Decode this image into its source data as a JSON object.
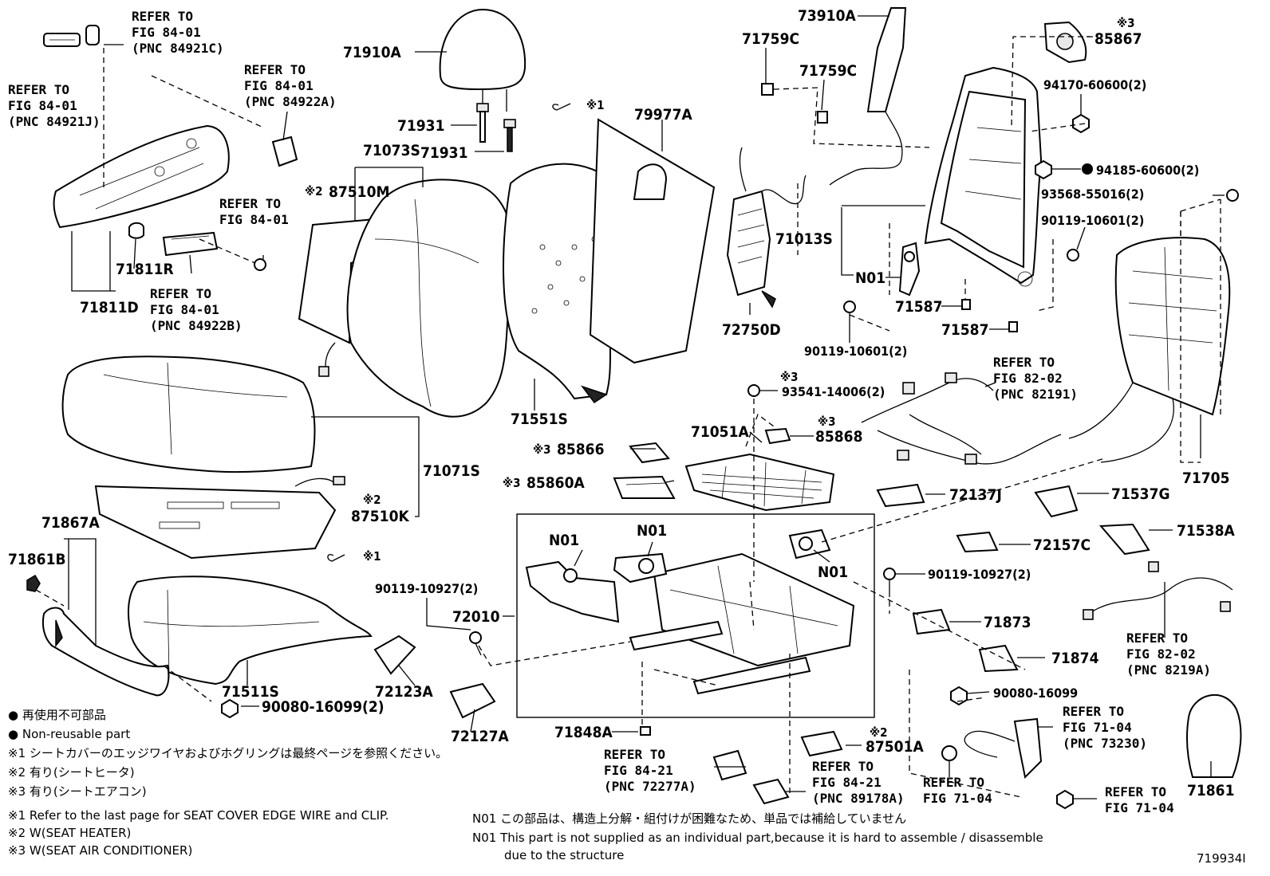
{
  "labels": {
    "headrest": "71910A",
    "guide1": "71931",
    "guide2": "71931",
    "back_assy": "71073S",
    "heater_back_mark": "※2",
    "heater_back": "87510M",
    "back_cover": "71551S",
    "back_pad": "79977A",
    "cushion_assy": "71071S",
    "heater_cushion_mark": "※2",
    "heater_cushion": "87510K",
    "cushion_pad": "71511S",
    "shield_cover": "71811D",
    "shield_knob": "71811R",
    "lower_trim": "71867A",
    "clip_a": "71861B",
    "nut_bottom": "90080-16099(2)",
    "bolt_90119a": "90119-10927(2)",
    "cover_72123": "72123A",
    "cover_72127": "72127A",
    "adjuster": "72010",
    "n01_left": "N01",
    "n01_mid": "N01",
    "n01_right": "N01",
    "clip_71848": "71848A",
    "lumbar_a": "73910A",
    "clip_71759_1": "71759C",
    "clip_71759_2": "71759C",
    "lumbar_support": "72750D",
    "frame": "71013S",
    "n01_frame": "N01",
    "clip_71587_1": "71587",
    "clip_71587_2": "71587",
    "bolt_90119b": "90119-10601(2)",
    "bolt_90119c": "90119-10601(2)",
    "fan_mark": "※3",
    "fan": "85867",
    "nut_94170": "94170-60600(2)",
    "nut_94185": "94185-60600(2)",
    "bolt_93568": "93568-55016(2)",
    "board": "71705",
    "screw_mark": "※3",
    "screw_93541": "93541-14006(2)",
    "duct_mark": "※3",
    "duct_85868": "85868",
    "spring": "71051A",
    "blower_mark1": "※3",
    "blower_85866": "85866",
    "blower_mark2": "※3",
    "blower_85860": "85860A",
    "bracket_72137": "72137J",
    "bracket_71537": "71537G",
    "bracket_71538": "71538A",
    "bracket_72157": "72157C",
    "bolt_90119d": "90119-10927(2)",
    "bracket_71873": "71873",
    "bracket_71874": "71874",
    "nut_90080": "90080-16099",
    "sensor_mark": "※2",
    "sensor": "87501A",
    "cap": "71861",
    "clip_mark1": "※1",
    "clip_mark2": "※1",
    "drawing_no": "719934I"
  },
  "refs": {
    "r1": [
      "REFER TO",
      "FIG 84-01",
      "(PNC 84921C)"
    ],
    "r2": [
      "REFER TO",
      "FIG 84-01",
      "(PNC 84921J)"
    ],
    "r3": [
      "REFER TO",
      "FIG 84-01",
      "(PNC 84922A)"
    ],
    "r4": [
      "REFER TO",
      "FIG 84-01"
    ],
    "r5": [
      "REFER TO",
      "FIG 84-01",
      "(PNC 84922B)"
    ],
    "r6": [
      "REFER TO",
      "FIG 82-02",
      "(PNC 82191)"
    ],
    "r7": [
      "REFER TO",
      "FIG 82-02",
      "(PNC 8219A)"
    ],
    "r8": [
      "REFER TO",
      "FIG 71-04",
      "(PNC 73230)"
    ],
    "r9": [
      "REFER TO",
      "FIG 84-21",
      "(PNC 72277A)"
    ],
    "r10": [
      "REFER TO",
      "FIG 84-21",
      "(PNC 89178A)"
    ],
    "r11": [
      "REFER TO",
      "FIG 71-04"
    ],
    "r12": [
      "REFER TO",
      "FIG 71-04"
    ]
  },
  "legend": {
    "nonreusable_ja": "● 再使用不可部品",
    "nonreusable_en": "● Non-reusable part",
    "n1_ja": "※1 シートカバーのエッジワイヤおよびホグリングは最終ページを参照ください。",
    "n2_ja": "※2 有り(シートヒータ)",
    "n3_ja": "※3 有り(シートエアコン)",
    "n1_en": "※1  Refer to the last page for SEAT COVER EDGE WIRE and CLIP.",
    "n2_en": "※2  W(SEAT HEATER)",
    "n3_en": "※3  W(SEAT AIR CONDITIONER)",
    "n01_ja": "N01  この部品は、構造上分解・組付けが困難なため、単品では補給していません",
    "n01_en1": "N01  This part is not supplied as an individual part,because it is hard to assemble / disassemble",
    "n01_en2": "due to the structure"
  }
}
